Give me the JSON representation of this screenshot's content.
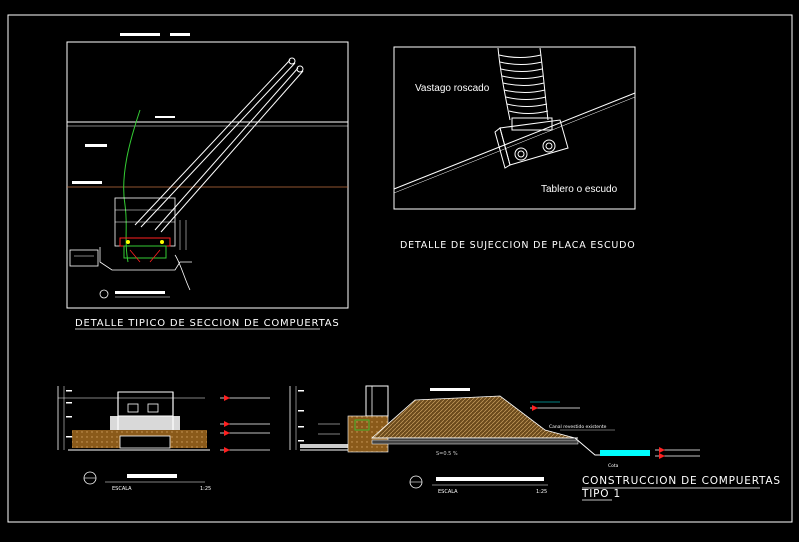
{
  "drawing": {
    "detail_section_title": "DETALLE TIPICO DE SECCION DE COMPUERTAS",
    "detail_clamp_title": "DETALLE DE SUJECCION DE PLACA ESCUDO",
    "label_threaded_rod": "Vastago roscado",
    "label_board": "Tablero o escudo",
    "construction_title_line1": "CONSTRUCCION DE COMPUERTAS",
    "construction_title_line2": "TIPO 1",
    "scale_label": "ESCALA",
    "scale_value": "1:25",
    "canal_label": "Canal revestido existente",
    "slope_label": "S=0.5 %",
    "cota_label": "Cota"
  },
  "colors": {
    "background": "#000000",
    "lines": "#ffffff",
    "accent_red": "#ff2020",
    "accent_green": "#33cc33",
    "accent_cyan": "#00ffff",
    "accent_yellow": "#ffff00",
    "soil_brown": "#8a5a1a",
    "dim_orange": "#c07040"
  }
}
